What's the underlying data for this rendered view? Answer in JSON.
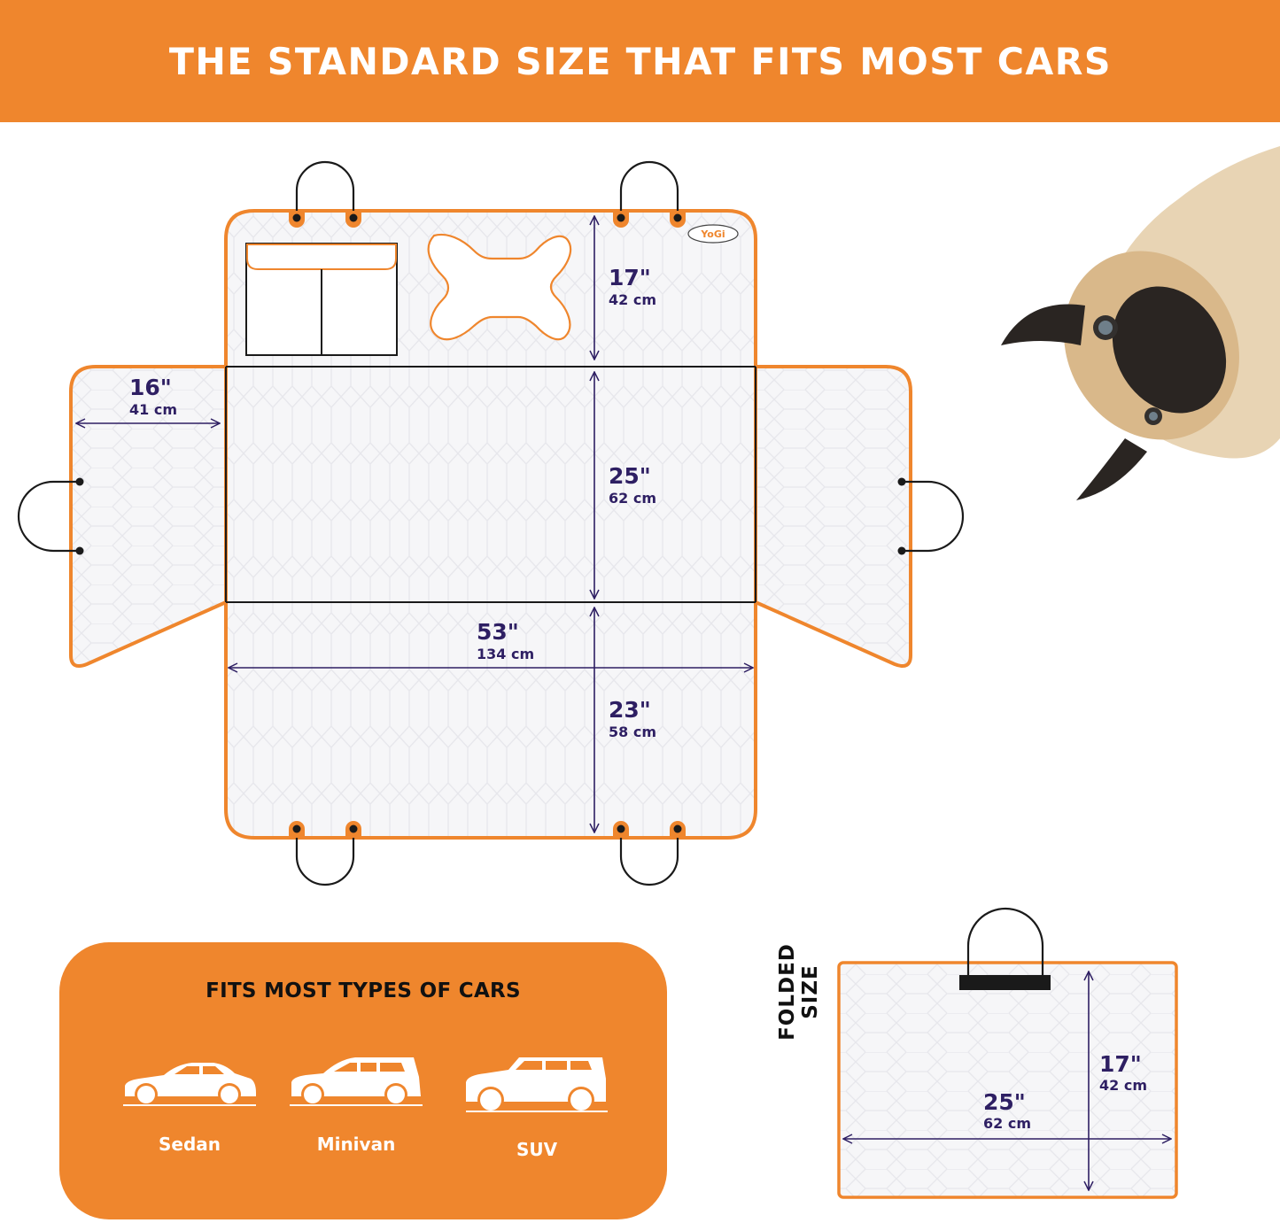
{
  "banner": {
    "title": "THE STANDARD SIZE THAT FITS MOST CARS",
    "background": "#ef862d",
    "text_color": "#ffffff"
  },
  "colors": {
    "accent": "#ef862d",
    "dimension": "#2e1f63",
    "outline": "#1a1a1a",
    "fabric": "#f6f6f8"
  },
  "seat_cover": {
    "brand_label": "YoGi",
    "dimensions": {
      "headrest_section": {
        "inches": "17\"",
        "cm": "42 cm"
      },
      "side_flap_width": {
        "inches": "16\"",
        "cm": "41 cm"
      },
      "seat_back": {
        "inches": "25\"",
        "cm": "62 cm"
      },
      "total_width": {
        "inches": "53\"",
        "cm": "134 cm"
      },
      "seat_bottom": {
        "inches": "23\"",
        "cm": "58 cm"
      }
    },
    "features": [
      "storage-pocket",
      "bone-shaped-mesh-window",
      "headrest-straps",
      "side-flap-straps",
      "seat-anchor-straps"
    ]
  },
  "compatibility": {
    "title": "FITS MOST TYPES OF CARS",
    "vehicles": [
      {
        "label": "Sedan",
        "icon": "sedan-icon"
      },
      {
        "label": "Minivan",
        "icon": "minivan-icon"
      },
      {
        "label": "SUV",
        "icon": "suv-icon"
      }
    ]
  },
  "folded": {
    "label": "FOLDED SIZE",
    "width": {
      "inches": "25\"",
      "cm": "62 cm"
    },
    "height": {
      "inches": "17\"",
      "cm": "42 cm"
    }
  },
  "photo": {
    "subject": "pug lying upside down"
  }
}
